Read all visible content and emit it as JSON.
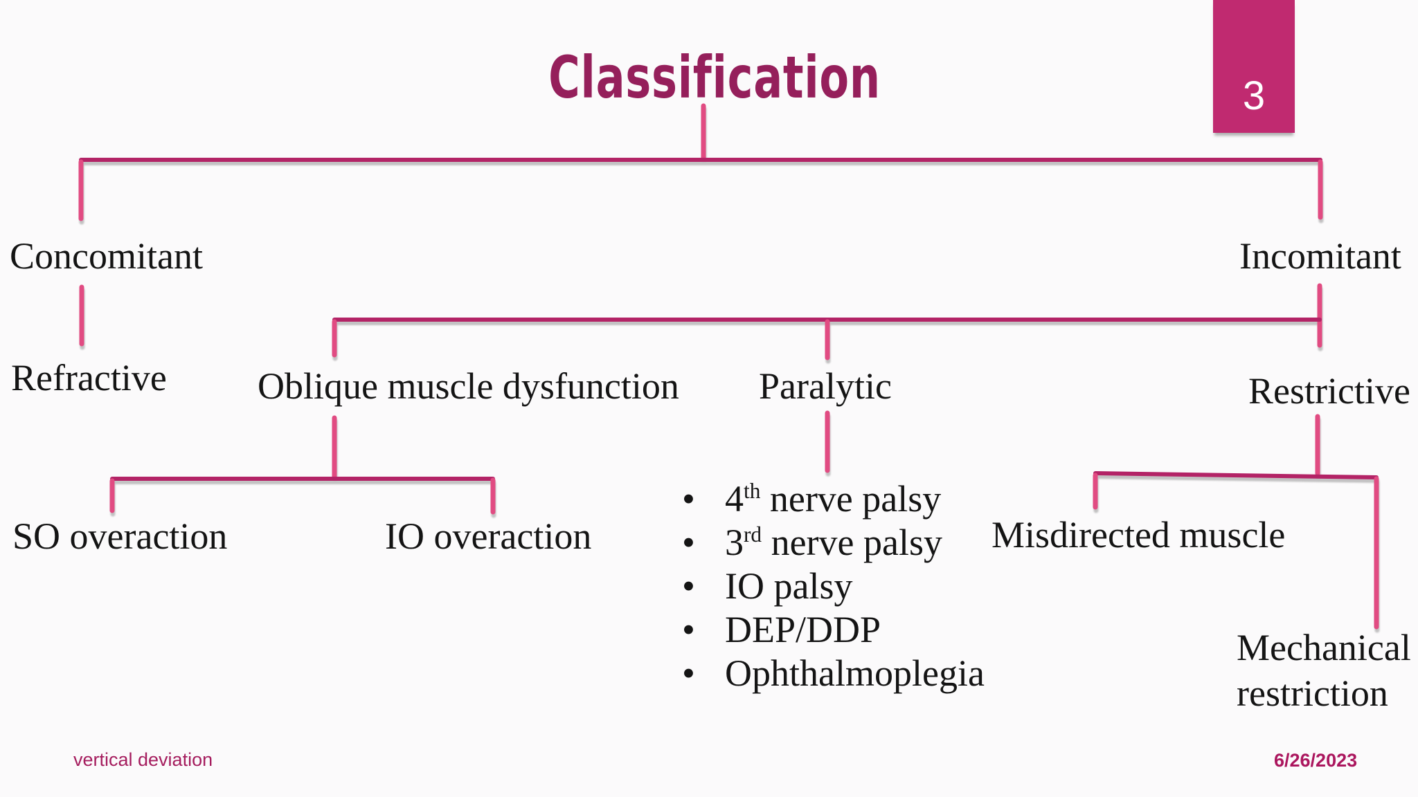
{
  "slide": {
    "title": "Classification",
    "page_number": "3",
    "footer_left": "vertical deviation",
    "footer_right": "6/26/2023"
  },
  "colors": {
    "background": "#fbfafb",
    "title_text": "#951f5b",
    "horizontal_line": "#b32366",
    "vertical_line": "#e14b82",
    "line_shadow": "#bdbdbd",
    "page_box": "#c02a70",
    "page_number_text": "#ffffff",
    "label_text": "#141414",
    "footer_text": "#a51d5e"
  },
  "nodes": {
    "concomitant": "Concomitant",
    "incomitant": "Incomitant",
    "refractive": "Refractive",
    "oblique_muscle_dysfunction": "Oblique muscle dysfunction",
    "paralytic": "Paralytic",
    "restrictive": "Restrictive",
    "so_overaction": "SO overaction",
    "io_overaction": "IO overaction",
    "misdirected_muscle": "Misdirected muscle",
    "mechanical_restriction": "Mechanical restriction"
  },
  "hierarchy": {
    "root": "Classification",
    "children": [
      {
        "label": "Concomitant",
        "children": [
          {
            "label": "Refractive"
          }
        ]
      },
      {
        "label": "Incomitant",
        "children": [
          {
            "label": "Oblique muscle dysfunction",
            "children": [
              {
                "label": "SO overaction"
              },
              {
                "label": "IO overaction"
              }
            ]
          },
          {
            "label": "Paralytic",
            "children": [
              {
                "label": "4th nerve palsy"
              },
              {
                "label": "3rd nerve palsy"
              },
              {
                "label": "IO palsy"
              },
              {
                "label": "DEP/DDP"
              },
              {
                "label": "Ophthalmoplegia"
              }
            ]
          },
          {
            "label": "Restrictive",
            "children": [
              {
                "label": "Misdirected muscle"
              },
              {
                "label": "Mechanical restriction"
              }
            ]
          }
        ]
      }
    ]
  },
  "paralytic_items": [
    {
      "text": "4",
      "sup": "th",
      "tail": " nerve palsy"
    },
    {
      "text": "3",
      "sup": "rd",
      "tail": " nerve palsy"
    },
    {
      "text": "IO palsy",
      "sup": "",
      "tail": ""
    },
    {
      "text": "DEP/DDP",
      "sup": "",
      "tail": ""
    },
    {
      "text": "Ophthalmoplegia",
      "sup": "",
      "tail": ""
    }
  ]
}
